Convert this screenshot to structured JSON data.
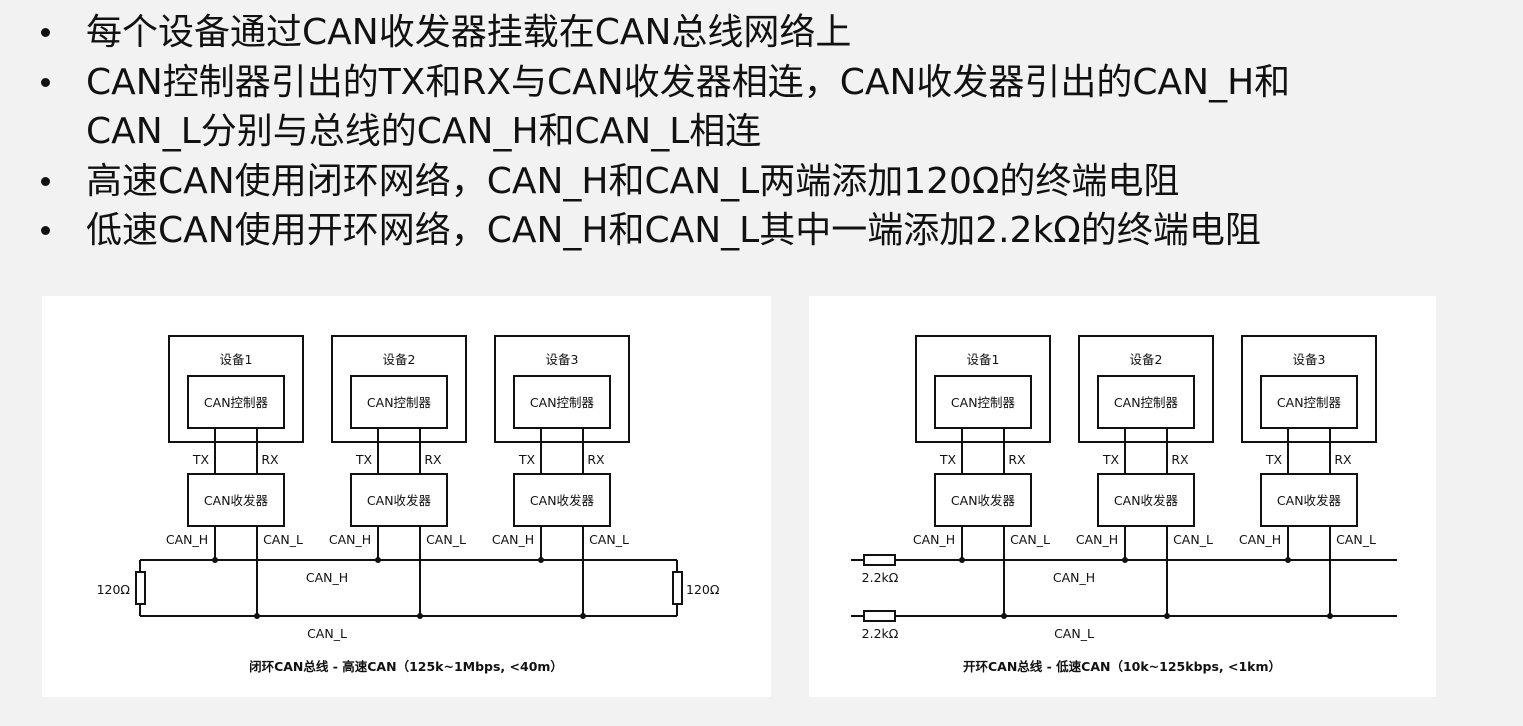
{
  "bullets": [
    {
      "lines": [
        "每个设备通过CAN收发器挂载在CAN总线网络上"
      ]
    },
    {
      "lines": [
        "CAN控制器引出的TX和RX与CAN收发器相连，CAN收发器引出的CAN_H和",
        "CAN_L分别与总线的CAN_H和CAN_L相连"
      ]
    },
    {
      "lines": [
        "高速CAN使用闭环网络，CAN_H和CAN_L两端添加120Ω的终端电阻"
      ]
    },
    {
      "lines": [
        "低速CAN使用开环网络，CAN_H和CAN_L其中一端添加2.2kΩ的终端电阻"
      ]
    }
  ],
  "diagram_labels": {
    "devices": [
      "设备1",
      "设备2",
      "设备3"
    ],
    "controller": "CAN控制器",
    "transceiver": "CAN收发器",
    "tx": "TX",
    "rx": "RX",
    "can_h": "CAN_H",
    "can_l": "CAN_L"
  },
  "closed_loop": {
    "resistor_left": "120Ω",
    "resistor_right": "120Ω",
    "caption": "闭环CAN总线 - 高速CAN（125k~1Mbps, <40m）"
  },
  "open_loop": {
    "resistor_top": "2.2kΩ",
    "resistor_bottom": "2.2kΩ",
    "caption": "开环CAN总线 - 低速CAN（10k~125kbps, <1km）"
  }
}
